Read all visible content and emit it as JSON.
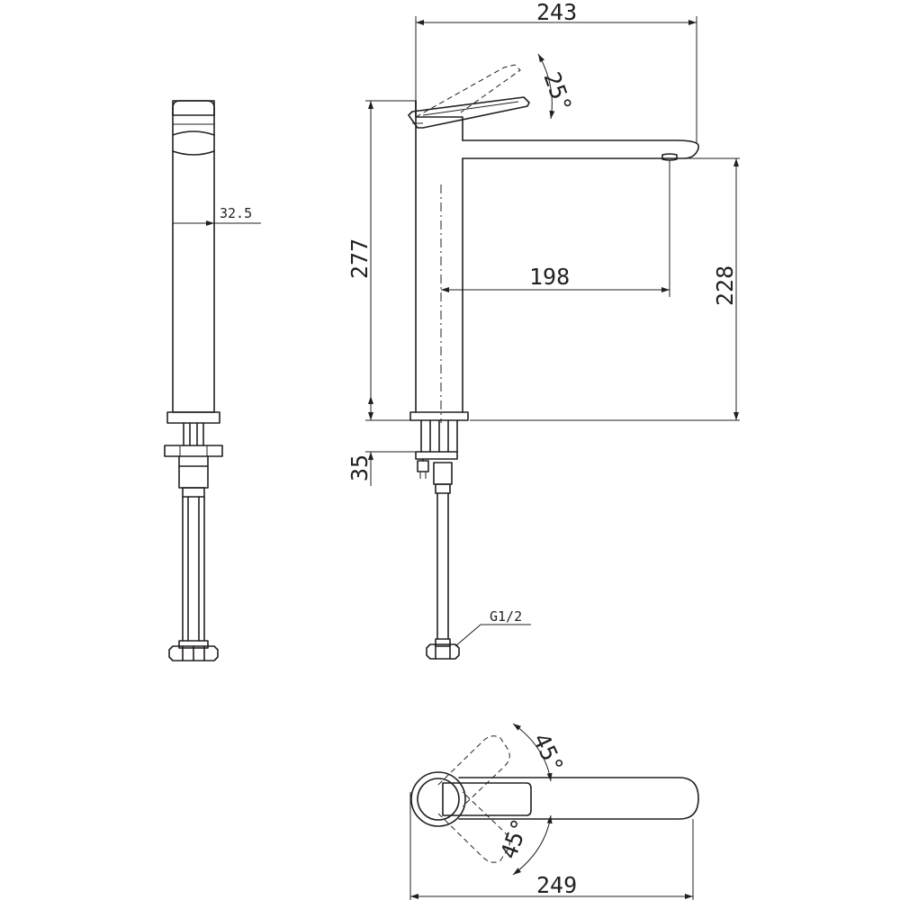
{
  "dimensions": {
    "total_width": "243",
    "handle_angle": "25°",
    "handle_width": "32.5",
    "total_height": "277",
    "spout_reach": "198",
    "spout_height": "228",
    "shank_length": "35",
    "connection_thread": "G1/2",
    "handle_rotation_up": "45°",
    "handle_rotation_down": "45°",
    "top_view_length": "249"
  },
  "colors": {
    "line": "#231f20",
    "background": "#ffffff"
  }
}
